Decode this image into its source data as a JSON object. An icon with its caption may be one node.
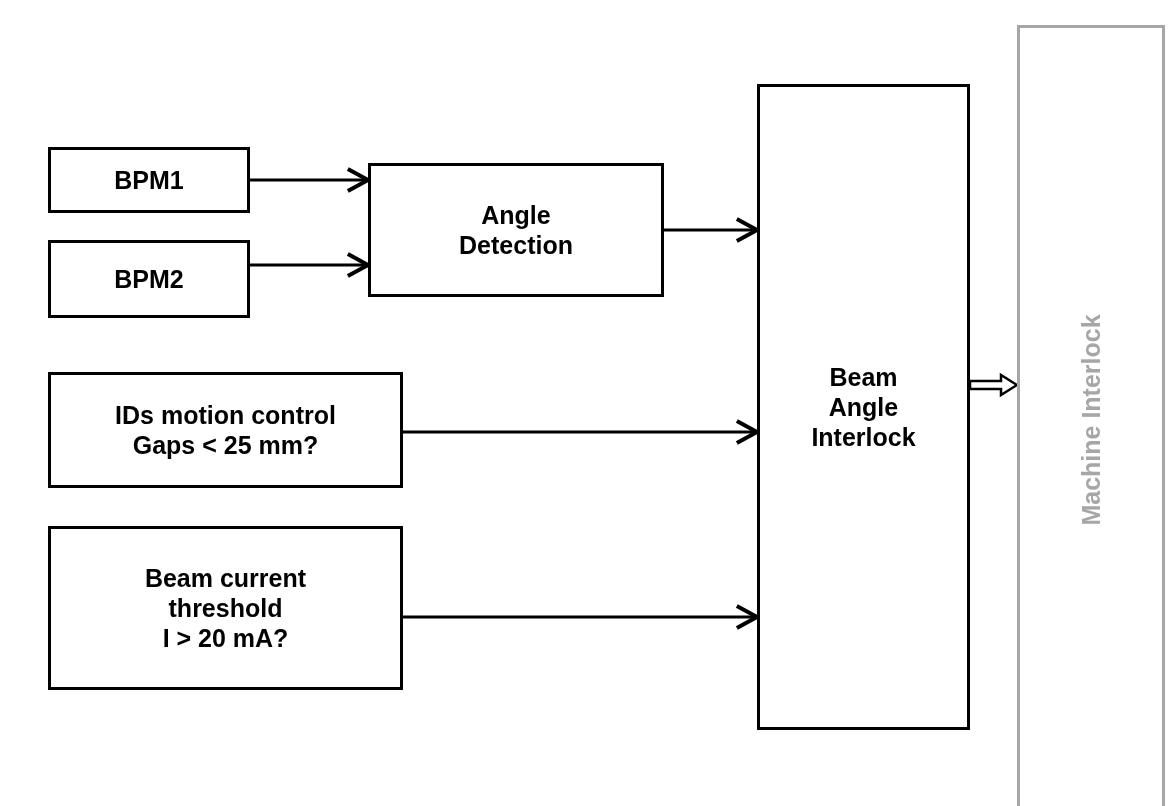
{
  "diagram": {
    "nodes": [
      {
        "text": [
          "BPM1"
        ]
      },
      {
        "text": [
          "BPM2"
        ]
      },
      {
        "text": [
          "Angle Detection"
        ]
      },
      {
        "text": [
          "IDs motion control",
          "Gaps < 25 mm?"
        ]
      },
      {
        "text": [
          "Beam current threshold",
          "I > 20 mA?"
        ]
      },
      {
        "text": [
          "Beam Angle Interlock"
        ]
      },
      {
        "text": [
          "Machine Interlock"
        ]
      }
    ],
    "edges": [
      {
        "from": 0,
        "to": 2,
        "arrow": "to"
      },
      {
        "from": 1,
        "to": 2,
        "arrow": "to"
      },
      {
        "from": 2,
        "to": 5,
        "arrow": "to"
      },
      {
        "from": 3,
        "to": 5,
        "arrow": "to"
      },
      {
        "from": 4,
        "to": 5,
        "arrow": "to"
      },
      {
        "from": 5,
        "to": 6,
        "arrow": "to",
        "style": "thick"
      }
    ]
  }
}
